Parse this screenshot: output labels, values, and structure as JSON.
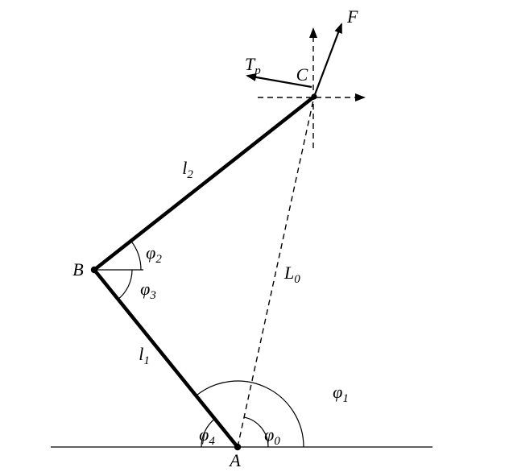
{
  "points": {
    "A": "A",
    "B": "B",
    "C": "C"
  },
  "labels": {
    "l1": {
      "main": "l",
      "sub": "1"
    },
    "l2": {
      "main": "l",
      "sub": "2"
    },
    "L0": {
      "main": "L",
      "sub": "0"
    },
    "F": {
      "main": "F"
    },
    "Tp": {
      "main": "T",
      "sub": "p"
    },
    "phi0": {
      "main": "φ",
      "sub": "0"
    },
    "phi1": {
      "main": "φ",
      "sub": "1"
    },
    "phi2": {
      "main": "φ",
      "sub": "2"
    },
    "phi3": {
      "main": "φ",
      "sub": "3"
    },
    "phi4": {
      "main": "φ",
      "sub": "4"
    }
  },
  "colors": {
    "stroke": "#000000",
    "background": "#ffffff"
  }
}
